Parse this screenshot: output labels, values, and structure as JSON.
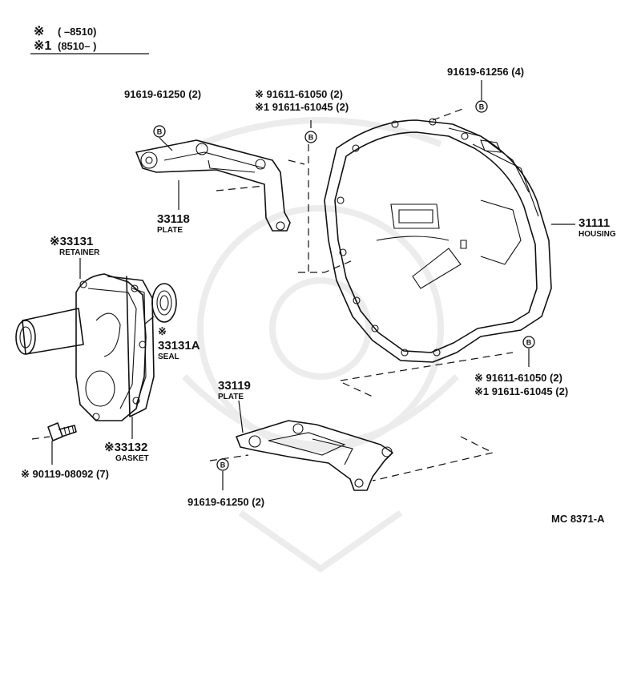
{
  "header": {
    "line1_symbol": "※",
    "line1_range": "(       –8510)",
    "line2_symbol": "※1",
    "line2_range": "(8510–       )"
  },
  "labels": {
    "bolt_plate_top": "91619-61250 (2)",
    "bolt_top_mid_1": "※ 91611-61050 (2)",
    "bolt_top_mid_2": "※1 91611-61045 (2)",
    "bolt_top_right": "91619-61256 (4)",
    "plate_upper_num": "33118",
    "plate_upper_name": "PLATE",
    "housing_num": "31111",
    "housing_name": "HOUSING",
    "retainer_num": "※33131",
    "retainer_name": "RETAINER",
    "seal_star": "※",
    "seal_num": "33131A",
    "seal_name": "SEAL",
    "bolt_lower_right_1": "※ 91611-61050 (2)",
    "bolt_lower_right_2": "※1 91611-61045 (2)",
    "plate_lower_num": "33119",
    "plate_lower_name": "PLATE",
    "gasket_num": "※33132",
    "gasket_name": "GASKET",
    "bolt_retainer": "※ 90119-08092 (7)",
    "bolt_plate_bottom": "91619-61250 (2)",
    "figure_code": "MC 8371-A"
  },
  "markers": {
    "letter": "B"
  }
}
